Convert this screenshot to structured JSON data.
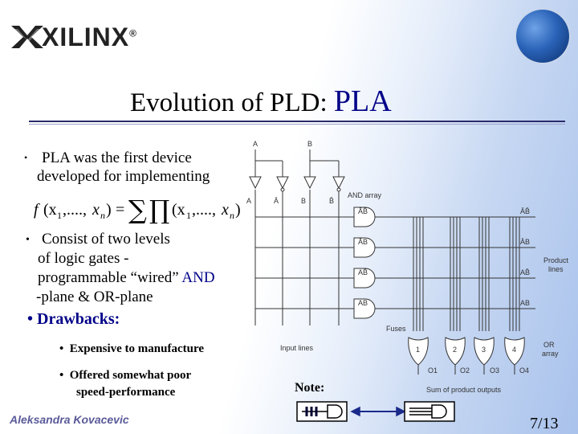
{
  "logo": {
    "text": "XILINX",
    "mark": "®"
  },
  "title": {
    "part1": "Evolution of PLD: ",
    "part2": "PLA"
  },
  "bullets": [
    {
      "lines": [
        "PLA was the first device",
        "developed for implementing"
      ]
    },
    {
      "lines": [
        "Consist of two levels",
        "of logic gates -",
        "programmable “wired”",
        "AND",
        "-plane & OR-plane"
      ]
    }
  ],
  "formula": {
    "f": "f",
    "args_left": "(x",
    "sub1": "1",
    "dots": ",....,",
    "xn": "x",
    "subn": "n",
    "close": ")",
    "eq": "=",
    "sum": "∑",
    "prod": "∏"
  },
  "drawbacks": {
    "heading": "Drawbacks:",
    "items": [
      "Expensive to manufacture",
      "Offered somewhat poor",
      "speed-performance"
    ]
  },
  "diagram": {
    "inputs": [
      "A",
      "B"
    ],
    "literals": [
      "A",
      "Ā",
      "B",
      "B̄"
    ],
    "and_label": "AND array",
    "terms_left": [
      "ĀB̄",
      "ĀB",
      "AB̄",
      "AB"
    ],
    "terms_right": [
      "ĀB̄",
      "ĀB",
      "AB̄",
      "AB"
    ],
    "product_lines": [
      "Product",
      "lines"
    ],
    "fuses": "Fuses",
    "input_lines": "Input lines",
    "or_gates": [
      "1",
      "2",
      "3",
      "4"
    ],
    "outputs": [
      "O1",
      "O2",
      "O3",
      "O4"
    ],
    "or_label": [
      "OR",
      "array"
    ],
    "sum_label": "Sum of product outputs"
  },
  "note": "Note:",
  "author": "Aleksandra Kovacevic",
  "page": "7/13",
  "colors": {
    "accent": "#000088",
    "rule": "#2b2b6b"
  }
}
